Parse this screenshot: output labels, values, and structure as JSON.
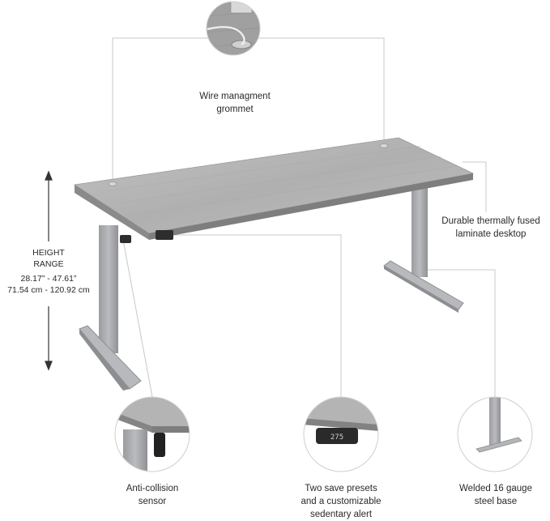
{
  "callouts": {
    "grommet": {
      "line1": "Wire managment",
      "line2": "grommet"
    },
    "laminate": {
      "line1": "Durable thermally fused",
      "line2": "laminate desktop"
    },
    "anti_collision": {
      "line1": "Anti-collision",
      "line2": "sensor"
    },
    "presets": {
      "line1": "Two save presets",
      "line2": "and a customizable",
      "line3": "sedentary alert"
    },
    "steel_base": {
      "line1": "Welded 16 gauge",
      "line2": "steel base"
    }
  },
  "height_range": {
    "title_line1": "HEIGHT",
    "title_line2": "RANGE",
    "inches": "28.17” - 47.61”",
    "centimeters": "71.54 cm - 120.92 cm"
  },
  "controller_display": "275",
  "colors": {
    "desktop": "#b3b3b3",
    "desktop_edge": "#7e7e7e",
    "leg": "#a8aaad",
    "leg_shadow": "#8c8e91",
    "leader_line": "#c8c8c8"
  }
}
